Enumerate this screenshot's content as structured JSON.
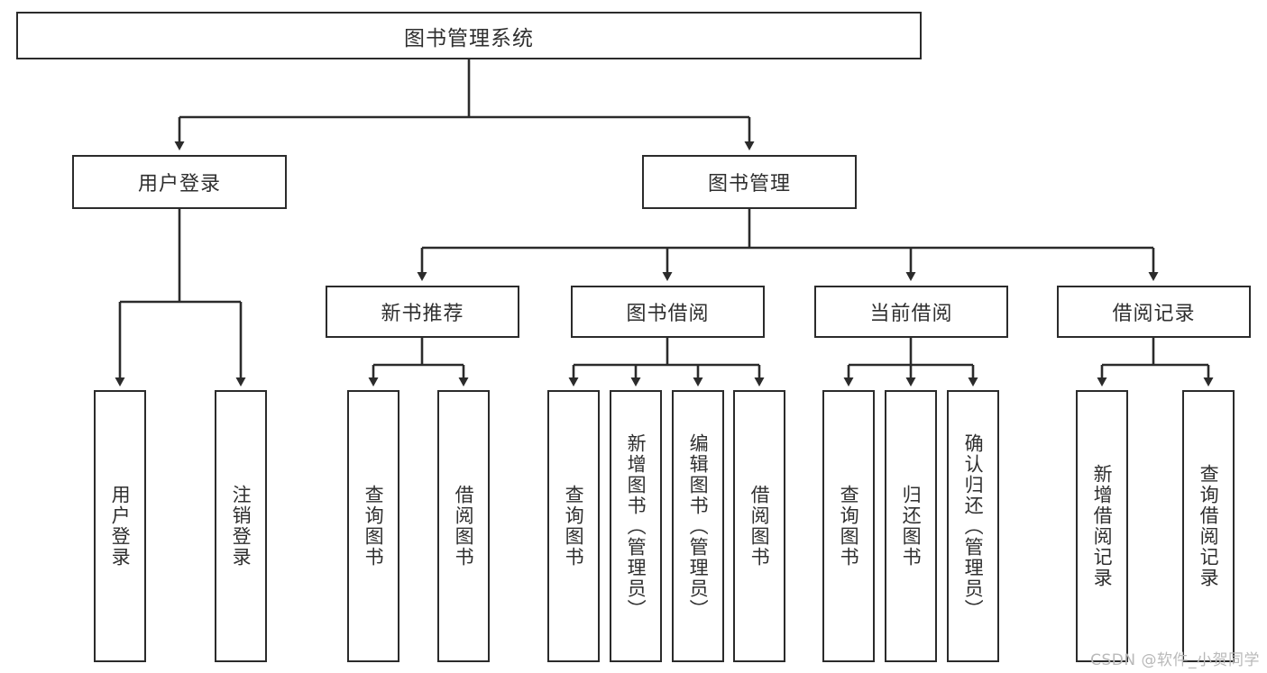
{
  "diagram": {
    "title": "图书管理系统",
    "type": "tree-hierarchy",
    "orientation": "top-down",
    "box_border_color": "#2b2b2b",
    "box_fill_color": "#ffffff",
    "text_color": "#2f2f2f",
    "root": {
      "label": "图书管理系统"
    },
    "level2": [
      {
        "label": "用户登录"
      },
      {
        "label": "图书管理"
      }
    ],
    "level3": [
      {
        "label": "新书推荐"
      },
      {
        "label": "图书借阅"
      },
      {
        "label": "当前借阅"
      },
      {
        "label": "借阅记录"
      }
    ],
    "leaves": {
      "user_login": [
        {
          "label": "用户登录"
        },
        {
          "label": "注销登录"
        }
      ],
      "new_book": [
        {
          "label": "查询图书"
        },
        {
          "label": "借阅图书"
        }
      ],
      "book_borrow": [
        {
          "label": "查询图书"
        },
        {
          "label": "新增图书（管理员）"
        },
        {
          "label": "编辑图书（管理员）"
        },
        {
          "label": "借阅图书"
        }
      ],
      "current_borrow": [
        {
          "label": "查询图书"
        },
        {
          "label": "归还图书"
        },
        {
          "label": "确认归还（管理员）"
        }
      ],
      "borrow_record": [
        {
          "label": "新增借阅记录"
        },
        {
          "label": "查询借阅记录"
        }
      ]
    }
  },
  "watermark": {
    "text": "CSDN @软件_小贺同学"
  }
}
